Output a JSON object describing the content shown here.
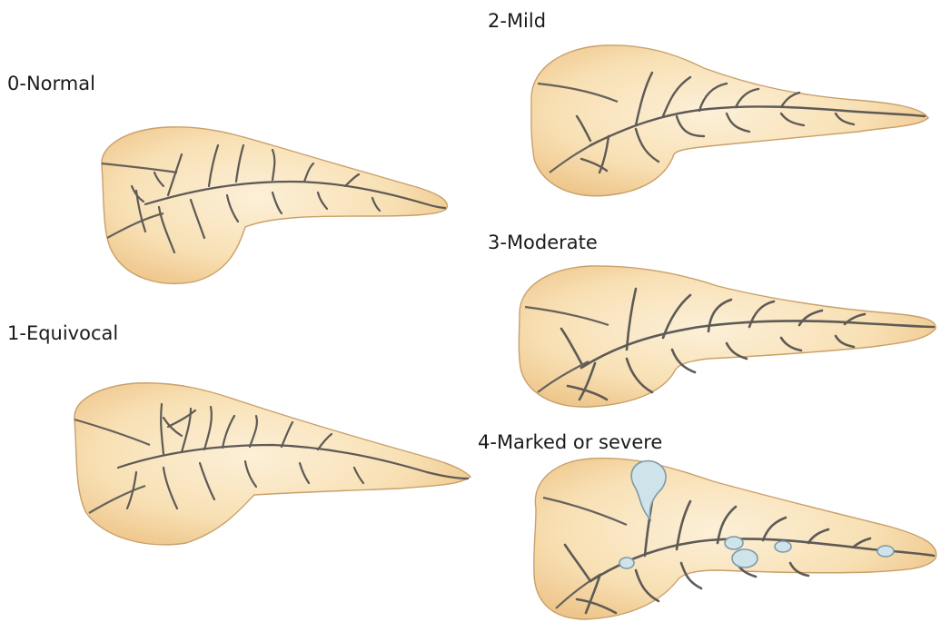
{
  "grades": [
    {
      "label": "0-Normal"
    },
    {
      "label": "1-Equivocal"
    },
    {
      "label": "2-Mild"
    },
    {
      "label": "3-Moderate"
    },
    {
      "label": "4-Marked or severe"
    }
  ],
  "colors": {
    "gland_light": "#fbe9c8",
    "gland_dark": "#efc58b",
    "duct": "#5e5a55",
    "cyst": "#cfe3ea"
  }
}
